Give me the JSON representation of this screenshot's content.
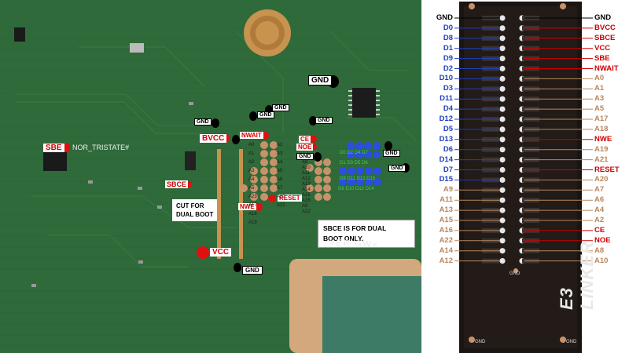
{
  "colors": {
    "pcb": "#2f6a3a",
    "pad_red": "#e01010",
    "pad_tan": "#c7926a",
    "pad_blue": "#2a4fe0",
    "data_label": "#1f3fbf",
    "ctrl_label": "#d00000",
    "addr_label": "#b8875e"
  },
  "board": {
    "labels": {
      "gnd_top": "GND",
      "gnd_a": "GND",
      "gnd_b": "GND",
      "gnd_c": "GND",
      "gnd_d": "GND",
      "gnd_e": "GND",
      "gnd_f": "GND",
      "gnd_vcc": "GND",
      "sbe": "SBE",
      "nor_tristate": "NOR_TRISTATE#",
      "bvcc": "BVCC",
      "nwait": "NWAIT",
      "ce": "CE",
      "noe": "NOE",
      "sbce": "SBCE",
      "cut_note_l1": "CUT FOR",
      "cut_note_l2": "DUAL BOOT",
      "reset": "RESET",
      "nwe": "NWE",
      "vcc": "VCC",
      "dual_note_l1": "SBCE IS FOR DUAL",
      "dual_note_l2": "BOOT ONLY.",
      "silk_ep": ">EP GW<"
    },
    "pad_names_left": [
      "A0",
      "A1",
      "A2",
      "A3",
      "A4",
      "A5",
      "A23",
      "A17",
      "A18",
      "A19"
    ],
    "pad_names_right": [
      "A2",
      "A3",
      "A4",
      "A5",
      "A6",
      "A7",
      "A20",
      "A21"
    ],
    "pad_names_center": [
      "A8",
      "A10",
      "A11",
      "A12",
      "A13",
      "A14",
      "A15",
      "A16",
      "A9",
      "A22"
    ],
    "data_pad_row1": "D1 D3 D5 D6",
    "data_pad_row2": "D9 D11 D13 D15",
    "data_pad_row3": "D8 D10 D12 D14",
    "data_pad_row4": "D0 D2 D4 D7"
  },
  "linker": {
    "title": "E3 LINKER",
    "pad_gnd": "GND",
    "left": [
      {
        "t": "GND",
        "c": "black"
      },
      {
        "t": "D0",
        "c": "blue"
      },
      {
        "t": "D8",
        "c": "blue"
      },
      {
        "t": "D1",
        "c": "blue"
      },
      {
        "t": "D9",
        "c": "blue"
      },
      {
        "t": "D2",
        "c": "blue"
      },
      {
        "t": "D10",
        "c": "blue"
      },
      {
        "t": "D3",
        "c": "blue"
      },
      {
        "t": "D11",
        "c": "blue"
      },
      {
        "t": "D4",
        "c": "blue"
      },
      {
        "t": "D12",
        "c": "blue"
      },
      {
        "t": "D5",
        "c": "blue"
      },
      {
        "t": "D13",
        "c": "blue"
      },
      {
        "t": "D6",
        "c": "blue"
      },
      {
        "t": "D14",
        "c": "blue"
      },
      {
        "t": "D7",
        "c": "blue"
      },
      {
        "t": "D15",
        "c": "blue"
      },
      {
        "t": "A9",
        "c": "tan"
      },
      {
        "t": "A11",
        "c": "tan"
      },
      {
        "t": "A13",
        "c": "tan"
      },
      {
        "t": "A15",
        "c": "tan"
      },
      {
        "t": "A16",
        "c": "tan"
      },
      {
        "t": "A22",
        "c": "tan"
      },
      {
        "t": "A14",
        "c": "tan"
      },
      {
        "t": "A12",
        "c": "tan"
      }
    ],
    "right": [
      {
        "t": "GND",
        "c": "black"
      },
      {
        "t": "BVCC",
        "c": "red"
      },
      {
        "t": "SBCE",
        "c": "red"
      },
      {
        "t": "VCC",
        "c": "red"
      },
      {
        "t": "SBE",
        "c": "red"
      },
      {
        "t": "NWAIT",
        "c": "red"
      },
      {
        "t": "A0",
        "c": "tan"
      },
      {
        "t": "A1",
        "c": "tan"
      },
      {
        "t": "A3",
        "c": "tan"
      },
      {
        "t": "A5",
        "c": "tan"
      },
      {
        "t": "A17",
        "c": "tan"
      },
      {
        "t": "A18",
        "c": "tan"
      },
      {
        "t": "NWE",
        "c": "red"
      },
      {
        "t": "A19",
        "c": "tan"
      },
      {
        "t": "A21",
        "c": "tan"
      },
      {
        "t": "RESET",
        "c": "red"
      },
      {
        "t": "A20",
        "c": "tan"
      },
      {
        "t": "A7",
        "c": "tan"
      },
      {
        "t": "A6",
        "c": "tan"
      },
      {
        "t": "A4",
        "c": "tan"
      },
      {
        "t": "A2",
        "c": "tan"
      },
      {
        "t": "CE",
        "c": "red"
      },
      {
        "t": "NOE",
        "c": "red"
      },
      {
        "t": "A8",
        "c": "tan"
      },
      {
        "t": "A10",
        "c": "tan"
      }
    ]
  }
}
